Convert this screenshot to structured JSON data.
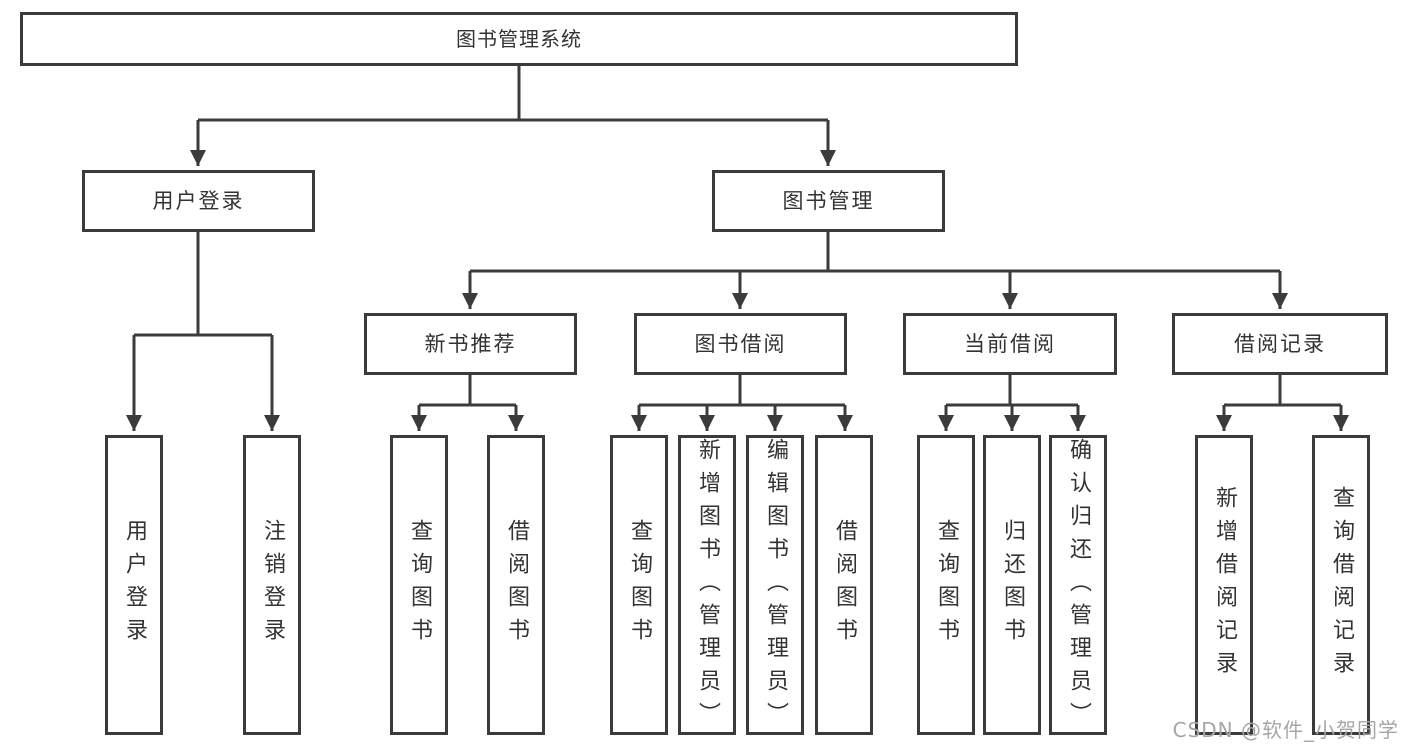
{
  "diagram_type": "hierarchy-tree",
  "colors": {
    "background": "#ffffff",
    "line": "#3b3b3b",
    "box_border": "#3b3b3b",
    "box_fill": "#ffffff",
    "text": "#333333",
    "watermark": "#a6a6a6"
  },
  "tree": {
    "label": "图书管理系统",
    "children": [
      {
        "label": "用户登录",
        "children": [
          {
            "label": "用户登录"
          },
          {
            "label": "注销登录"
          }
        ]
      },
      {
        "label": "图书管理",
        "children": [
          {
            "label": "新书推荐",
            "children": [
              {
                "label": "查询图书"
              },
              {
                "label": "借阅图书"
              }
            ]
          },
          {
            "label": "图书借阅",
            "children": [
              {
                "label": "查询图书"
              },
              {
                "label": "新增图书（管理员）"
              },
              {
                "label": "编辑图书（管理员）"
              },
              {
                "label": "借阅图书"
              }
            ]
          },
          {
            "label": "当前借阅",
            "children": [
              {
                "label": "查询图书"
              },
              {
                "label": "归还图书"
              },
              {
                "label": "确认归还（管理员）"
              }
            ]
          },
          {
            "label": "借阅记录",
            "children": [
              {
                "label": "新增借阅记录"
              },
              {
                "label": "查询借阅记录"
              }
            ]
          }
        ]
      }
    ]
  },
  "watermark": {
    "text": "CSDN @软件_小贺同学"
  }
}
